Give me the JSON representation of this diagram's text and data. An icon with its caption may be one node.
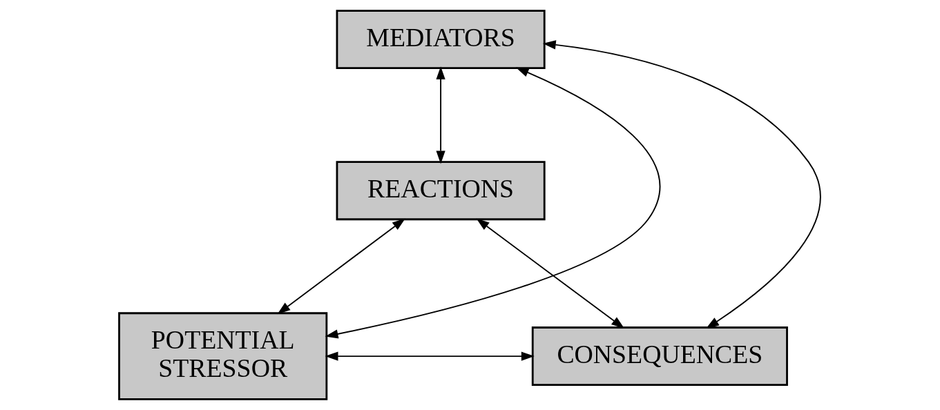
{
  "diagram": {
    "nodes": [
      {
        "text": [
          "MEDIATORS"
        ]
      },
      {
        "text": [
          "REACTIONS"
        ]
      },
      {
        "text": [
          "POTENTIAL STRESSOR"
        ]
      },
      {
        "text": [
          "CONSEQUENCES"
        ]
      }
    ],
    "edges": [
      {
        "from": 0,
        "to": 2,
        "arrow": "both"
      },
      {
        "from": 0,
        "to": 1,
        "arrow": "both"
      },
      {
        "from": 0,
        "to": 3,
        "arrow": "both"
      },
      {
        "from": 1,
        "to": 2,
        "arrow": "both"
      },
      {
        "from": 1,
        "to": 3,
        "arrow": "both"
      },
      {
        "from": 2,
        "to": 3,
        "arrow": "both"
      }
    ]
  }
}
